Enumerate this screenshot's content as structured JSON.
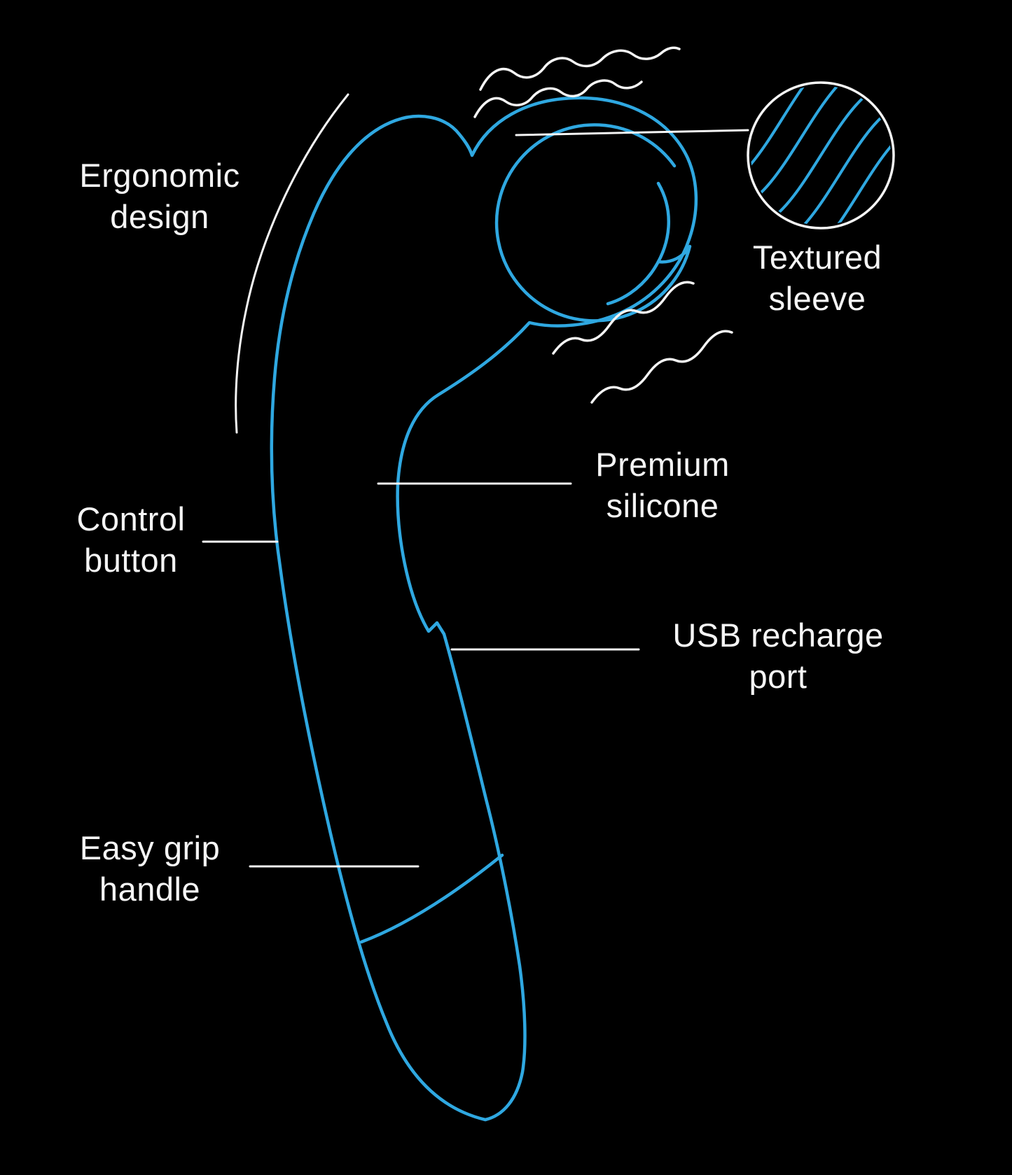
{
  "colors": {
    "background": "#000000",
    "outline": "#2FA8E1",
    "text": "#F5F5F5"
  },
  "labels": {
    "ergonomic_design": {
      "line1": "Ergonomic",
      "line2": "design"
    },
    "textured_sleeve": {
      "line1": "Textured",
      "line2": "sleeve"
    },
    "premium_silicone": {
      "line1": "Premium",
      "line2": "silicone"
    },
    "control_button": {
      "line1": "Control",
      "line2": "button"
    },
    "usb_recharge_port": {
      "line1": "USB recharge",
      "line2": "port"
    },
    "easy_grip_handle": {
      "line1": "Easy grip",
      "line2": "handle"
    }
  },
  "icons": {
    "magnifier_circle": "texture-detail-magnifier",
    "vibration_waves": "wavy-motion-lines"
  }
}
